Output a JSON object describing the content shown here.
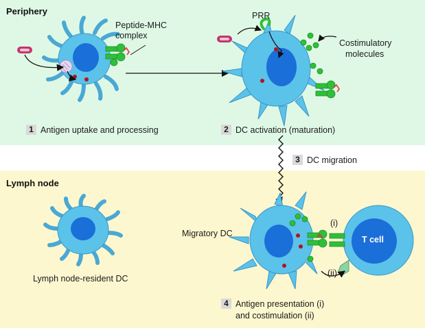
{
  "sections": {
    "periphery": "Periphery",
    "lymph_node": "Lymph node"
  },
  "labels": {
    "peptide_mhc_line1": "Peptide-MHC",
    "peptide_mhc_line2": "complex",
    "prr": "PRR",
    "costim_line1": "Costimulatory",
    "costim_line2": "molecules",
    "migratory_dc": "Migratory DC",
    "resident_dc": "Lymph node-resident DC",
    "t_cell": "T cell",
    "i": "(i)",
    "ii": "(ii)"
  },
  "steps": [
    {
      "num": "1",
      "text": "Antigen uptake and processing"
    },
    {
      "num": "2",
      "text": "DC activation (maturation)"
    },
    {
      "num": "3",
      "text": "DC migration"
    },
    {
      "num": "4",
      "text_line1": "Antigen presentation (i)",
      "text_line2": "and costimulation (ii)"
    }
  ],
  "colors": {
    "periphery_bg": "#dff8e6",
    "lymph_bg": "#fdf7cf",
    "cell": "#5bc2ea",
    "nucleus": "#1b6fd8",
    "molecule": "#2fbf3a",
    "antigen": "#c2366a"
  }
}
